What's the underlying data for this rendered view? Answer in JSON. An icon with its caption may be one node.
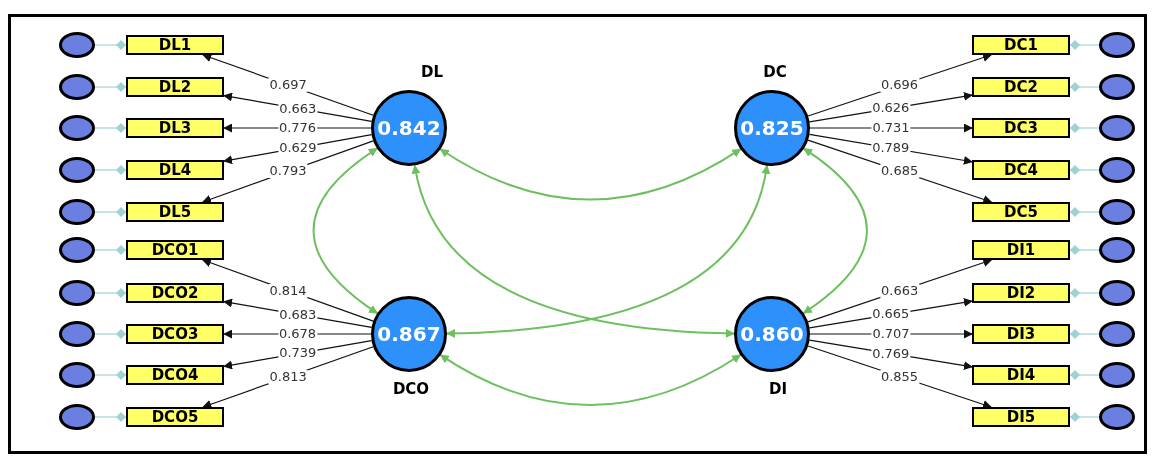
{
  "diagram": {
    "nodes": [
      {
        "text": [
          "0.842"
        ],
        "beside": [
          "DL"
        ]
      },
      {
        "text": [
          "0.825"
        ],
        "beside": [
          "DC"
        ]
      },
      {
        "text": [
          "0.867"
        ],
        "beside": [
          "DCO"
        ]
      },
      {
        "text": [
          "0.860"
        ],
        "beside": [
          "DI"
        ]
      },
      {
        "text": [
          "DL1"
        ]
      },
      {
        "text": [
          "DL2"
        ]
      },
      {
        "text": [
          "DL3"
        ]
      },
      {
        "text": [
          "DL4"
        ]
      },
      {
        "text": [
          "DL5"
        ]
      },
      {
        "text": [
          "DCO1"
        ]
      },
      {
        "text": [
          "DCO2"
        ]
      },
      {
        "text": [
          "DCO3"
        ]
      },
      {
        "text": [
          "DCO4"
        ]
      },
      {
        "text": [
          "DCO5"
        ]
      },
      {
        "text": [
          "DC1"
        ]
      },
      {
        "text": [
          "DC2"
        ]
      },
      {
        "text": [
          "DC3"
        ]
      },
      {
        "text": [
          "DC4"
        ]
      },
      {
        "text": [
          "DC5"
        ]
      },
      {
        "text": [
          "DI1"
        ]
      },
      {
        "text": [
          "DI2"
        ]
      },
      {
        "text": [
          "DI3"
        ]
      },
      {
        "text": [
          "DI4"
        ]
      },
      {
        "text": [
          "DI5"
        ]
      },
      {
        "text": [],
        "shape": "circle"
      },
      {
        "text": [],
        "shape": "circle"
      },
      {
        "text": [],
        "shape": "circle"
      },
      {
        "text": [],
        "shape": "circle"
      },
      {
        "text": [],
        "shape": "circle"
      },
      {
        "text": [],
        "shape": "circle"
      },
      {
        "text": [],
        "shape": "circle"
      },
      {
        "text": [],
        "shape": "circle"
      },
      {
        "text": [],
        "shape": "circle"
      },
      {
        "text": [],
        "shape": "circle"
      },
      {
        "text": [],
        "shape": "circle"
      },
      {
        "text": [],
        "shape": "circle"
      },
      {
        "text": [],
        "shape": "circle"
      },
      {
        "text": [],
        "shape": "circle"
      },
      {
        "text": [],
        "shape": "circle"
      },
      {
        "text": [],
        "shape": "circle"
      },
      {
        "text": [],
        "shape": "circle"
      },
      {
        "text": [],
        "shape": "circle"
      },
      {
        "text": [],
        "shape": "circle"
      },
      {
        "text": [],
        "shape": "circle"
      }
    ],
    "edges": [
      {
        "from": 0,
        "to": 4,
        "arrow": "to",
        "label": "0.697"
      },
      {
        "from": 0,
        "to": 5,
        "arrow": "to",
        "label": "0.663"
      },
      {
        "from": 0,
        "to": 6,
        "arrow": "to",
        "label": "0.776"
      },
      {
        "from": 0,
        "to": 7,
        "arrow": "to",
        "label": "0.629"
      },
      {
        "from": 0,
        "to": 8,
        "arrow": "to",
        "label": "0.793"
      },
      {
        "from": 2,
        "to": 9,
        "arrow": "to",
        "label": "0.814"
      },
      {
        "from": 2,
        "to": 10,
        "arrow": "to",
        "label": "0.683"
      },
      {
        "from": 2,
        "to": 11,
        "arrow": "to",
        "label": "0.678"
      },
      {
        "from": 2,
        "to": 12,
        "arrow": "to",
        "label": "0.739"
      },
      {
        "from": 2,
        "to": 13,
        "arrow": "to",
        "label": "0.813"
      },
      {
        "from": 1,
        "to": 14,
        "arrow": "to",
        "label": "0.696"
      },
      {
        "from": 1,
        "to": 15,
        "arrow": "to",
        "label": "0.626"
      },
      {
        "from": 1,
        "to": 16,
        "arrow": "to",
        "label": "0.731"
      },
      {
        "from": 1,
        "to": 17,
        "arrow": "to",
        "label": "0.789"
      },
      {
        "from": 1,
        "to": 18,
        "arrow": "to",
        "label": "0.685"
      },
      {
        "from": 3,
        "to": 19,
        "arrow": "to",
        "label": "0.663"
      },
      {
        "from": 3,
        "to": 20,
        "arrow": "to",
        "label": "0.665"
      },
      {
        "from": 3,
        "to": 21,
        "arrow": "to",
        "label": "0.707"
      },
      {
        "from": 3,
        "to": 22,
        "arrow": "to",
        "label": "0.769"
      },
      {
        "from": 3,
        "to": 23,
        "arrow": "to",
        "label": "0.855"
      },
      {
        "from": 24,
        "to": 4,
        "arrow": "other",
        "color": "#9fd3d3"
      },
      {
        "from": 25,
        "to": 5,
        "arrow": "other",
        "color": "#9fd3d3"
      },
      {
        "from": 26,
        "to": 6,
        "arrow": "other",
        "color": "#9fd3d3"
      },
      {
        "from": 27,
        "to": 7,
        "arrow": "other",
        "color": "#9fd3d3"
      },
      {
        "from": 28,
        "to": 8,
        "arrow": "other",
        "color": "#9fd3d3"
      },
      {
        "from": 29,
        "to": 9,
        "arrow": "other",
        "color": "#9fd3d3"
      },
      {
        "from": 30,
        "to": 10,
        "arrow": "other",
        "color": "#9fd3d3"
      },
      {
        "from": 31,
        "to": 11,
        "arrow": "other",
        "color": "#9fd3d3"
      },
      {
        "from": 32,
        "to": 12,
        "arrow": "other",
        "color": "#9fd3d3"
      },
      {
        "from": 33,
        "to": 13,
        "arrow": "other",
        "color": "#9fd3d3"
      },
      {
        "from": 34,
        "to": 14,
        "arrow": "other",
        "color": "#9fd3d3"
      },
      {
        "from": 35,
        "to": 15,
        "arrow": "other",
        "color": "#9fd3d3"
      },
      {
        "from": 36,
        "to": 16,
        "arrow": "other",
        "color": "#9fd3d3"
      },
      {
        "from": 37,
        "to": 17,
        "arrow": "other",
        "color": "#9fd3d3"
      },
      {
        "from": 38,
        "to": 18,
        "arrow": "other",
        "color": "#9fd3d3"
      },
      {
        "from": 39,
        "to": 19,
        "arrow": "other",
        "color": "#9fd3d3"
      },
      {
        "from": 40,
        "to": 20,
        "arrow": "other",
        "color": "#9fd3d3"
      },
      {
        "from": 41,
        "to": 21,
        "arrow": "other",
        "color": "#9fd3d3"
      },
      {
        "from": 42,
        "to": 22,
        "arrow": "other",
        "color": "#9fd3d3"
      },
      {
        "from": 43,
        "to": 23,
        "arrow": "other",
        "color": "#9fd3d3"
      },
      {
        "from": 0,
        "to": 1,
        "arrow": "both",
        "color": "#6dbf5f"
      },
      {
        "from": 0,
        "to": 2,
        "arrow": "both",
        "color": "#6dbf5f"
      },
      {
        "from": 0,
        "to": 3,
        "arrow": "both",
        "color": "#6dbf5f"
      },
      {
        "from": 1,
        "to": 2,
        "arrow": "both",
        "color": "#6dbf5f"
      },
      {
        "from": 1,
        "to": 3,
        "arrow": "both",
        "color": "#6dbf5f"
      },
      {
        "from": 2,
        "to": 3,
        "arrow": "both",
        "color": "#6dbf5f"
      }
    ]
  }
}
